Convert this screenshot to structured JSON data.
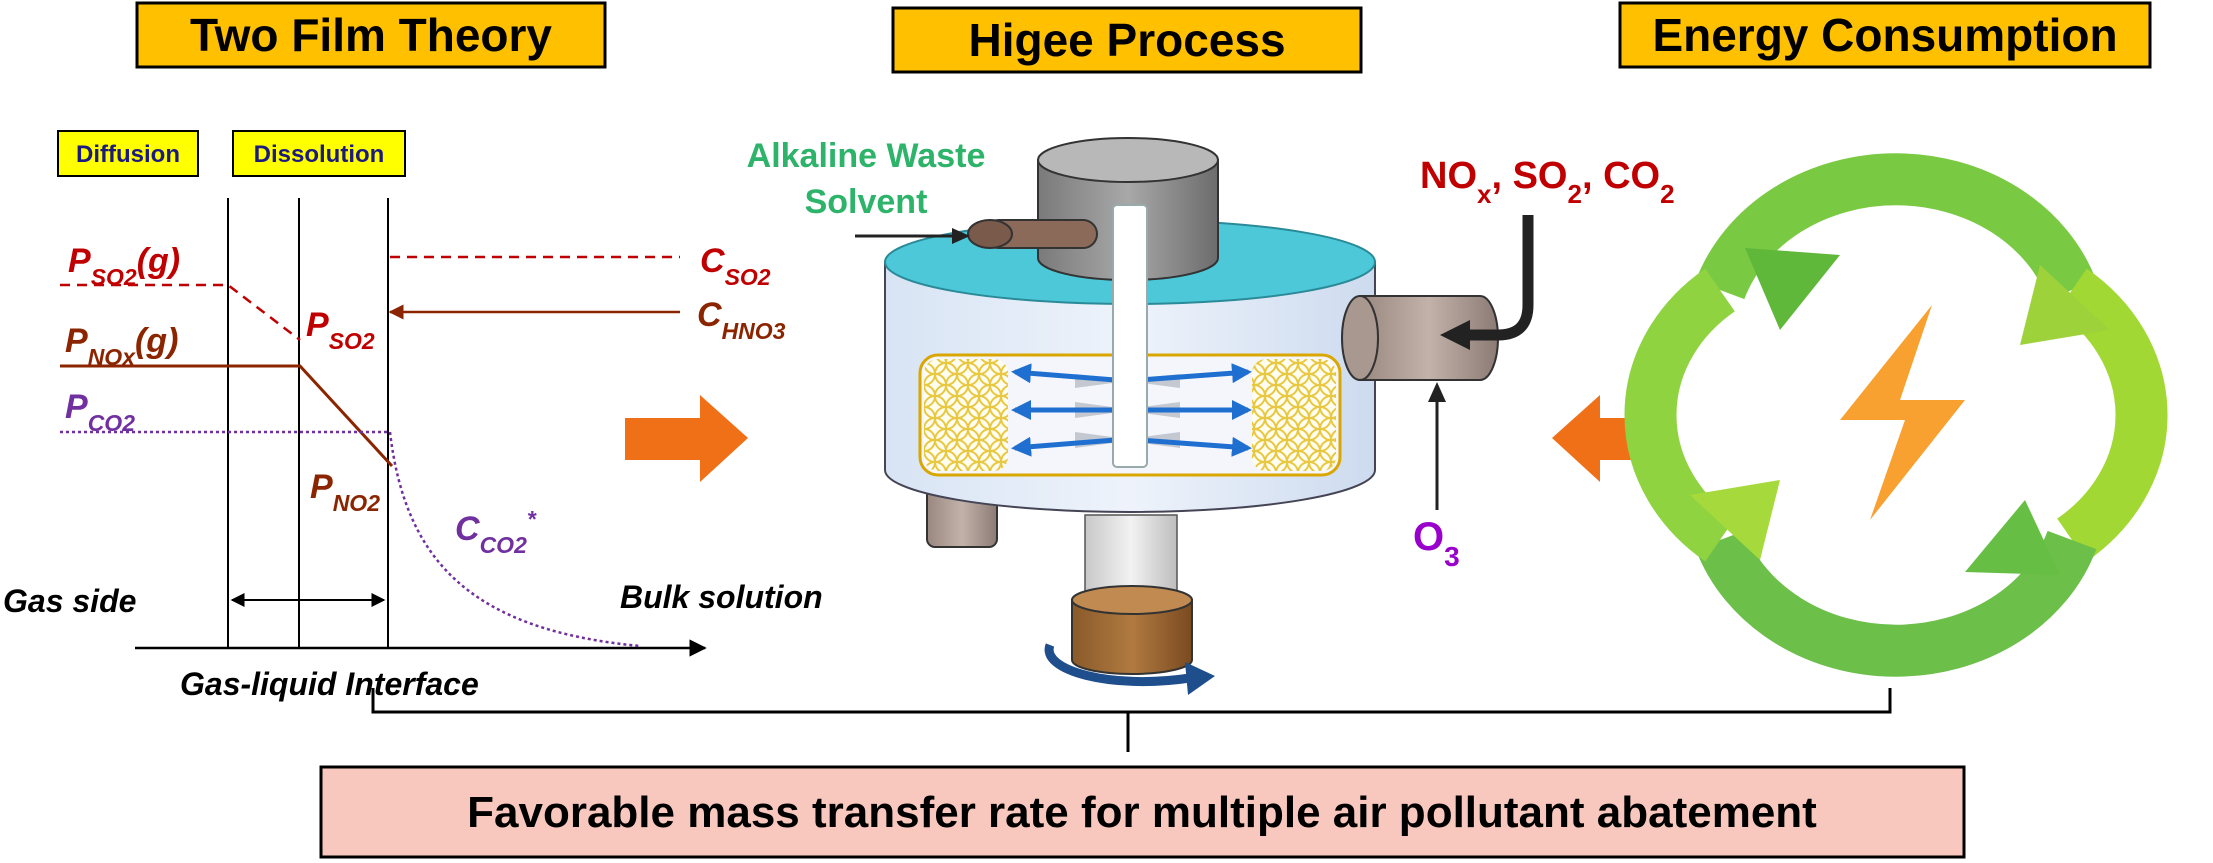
{
  "headers": {
    "two_film": "Two Film Theory",
    "higee": "Higee Process",
    "energy": "Energy Consumption"
  },
  "two_film": {
    "diffusion": "Diffusion",
    "dissolution": "Dissolution",
    "p_so2_g": {
      "main": "P",
      "sub": "SO2",
      "tail": "(g)"
    },
    "p_nox_g": {
      "main": "P",
      "sub": "NOx",
      "tail": "(g)"
    },
    "p_co2": {
      "main": "P",
      "sub": "CO2"
    },
    "p_so2": {
      "main": "P",
      "sub": "SO2"
    },
    "p_no2": {
      "main": "P",
      "sub": "NO2"
    },
    "c_so2": {
      "main": "C",
      "sub": "SO2"
    },
    "c_hno3": {
      "main": "C",
      "sub": "HNO3"
    },
    "c_co2_star": {
      "main": "C",
      "sub": "CO2",
      "sup": "*"
    },
    "gas_side": "Gas side",
    "bulk_solution": "Bulk solution",
    "interface": "Gas-liquid Interface"
  },
  "higee": {
    "solvent_line1": "Alkaline Waste",
    "solvent_line2": "Solvent",
    "pollutants": {
      "no": "NO",
      "no_sub": "x",
      "sep1": ", SO",
      "so_sub": "2",
      "sep2": ", CO",
      "co_sub": "2"
    },
    "o3": {
      "main": "O",
      "sub": "3"
    }
  },
  "bottom": {
    "text": "Favorable mass transfer rate for multiple air pollutant abatement"
  },
  "colors": {
    "header_fill": "#FFC000",
    "small_box_fill": "#FFFF00",
    "so2_red": "#C00000",
    "nox_brown": "#8B2500",
    "co2_purple": "#7030A0",
    "solvent_green": "#2DB36A",
    "arrow_orange": "#F07018",
    "bottom_fill": "#F8C8BE",
    "o3_purple": "#9900CC",
    "cycle_green": "#7AC943",
    "bolt_orange": "#F8A030"
  }
}
